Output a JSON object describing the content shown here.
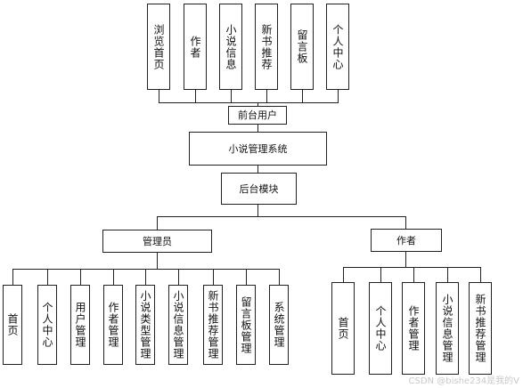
{
  "front_modules": [
    "浏览首页",
    "作者",
    "小说信息",
    "新书推荐",
    "留言板",
    "个人中心"
  ],
  "front_user": "前台用户",
  "system": "小说管理系统",
  "backend": "后台模块",
  "admin": {
    "label": "管理员",
    "modules": [
      "首页",
      "个人中心",
      "用户管理",
      "作者管理",
      "小说类型管理",
      "小说信息管理",
      "新书推荐管理",
      "留言板管理",
      "系统管理"
    ]
  },
  "author": {
    "label": "作者",
    "modules": [
      "首页",
      "个人中心",
      "作者管理",
      "小说信息管理",
      "新书推荐管理"
    ]
  },
  "watermark": "CSDN @bishe234是我的V"
}
